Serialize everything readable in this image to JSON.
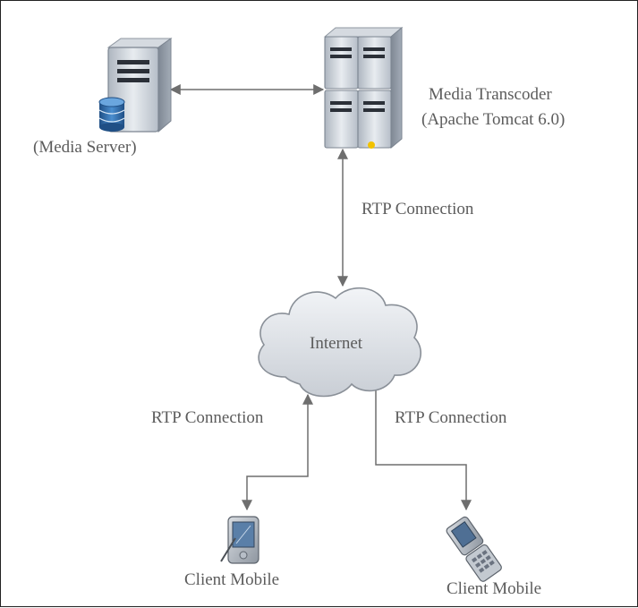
{
  "labels": {
    "media_server": "(Media Server)",
    "transcoder_line1": "Media Transcoder",
    "transcoder_line2": "(Apache Tomcat 6.0)",
    "rtp_top": "RTP Connection",
    "internet": "Internet",
    "rtp_left": "RTP Connection",
    "rtp_right": "RTP Connection",
    "client_left": "Client Mobile",
    "client_right": "Client Mobile"
  },
  "colors": {
    "border": "#222222",
    "text": "#5c5c5c",
    "connector": "#6e6e6e",
    "server_body": "#c4cbd3",
    "server_front": "#e4e8ec",
    "database": "#2f6fae",
    "cloud_fill": "#dfe3e8",
    "cloud_stroke": "#8a9098",
    "led": "#f2c200"
  },
  "icons": {
    "media_server": "server-database-icon",
    "transcoder": "server-rack-icon",
    "internet": "cloud-icon",
    "client_left": "pda-icon",
    "client_right": "flip-phone-icon"
  }
}
